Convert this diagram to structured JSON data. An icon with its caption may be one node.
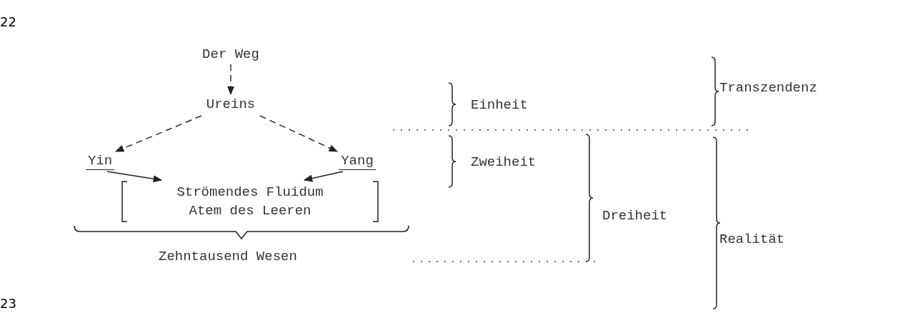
{
  "diagram": {
    "nodes": [
      {
        "text": [
          "Der Weg"
        ]
      },
      {
        "text": [
          "Ureins"
        ]
      },
      {
        "text": [
          "Yin"
        ]
      },
      {
        "text": [
          "Yang"
        ]
      },
      {
        "text": [
          "Strömendes Fluidum",
          "Atem des Leeren"
        ]
      }
    ],
    "edges": [
      {
        "from": 0,
        "to": 1,
        "arrow": "to",
        "style": "dashed"
      },
      {
        "from": 1,
        "to": 2,
        "arrow": "to",
        "style": "dashed"
      },
      {
        "from": 1,
        "to": 3,
        "arrow": "to",
        "style": "dashed"
      },
      {
        "from": 2,
        "to": 4,
        "arrow": "to"
      },
      {
        "from": 3,
        "to": 4,
        "arrow": "to"
      }
    ],
    "labels": [
      "22",
      "Transzendenz",
      "Einheit",
      "Zweiheit",
      "Dreiheit",
      "Realität",
      "Zehntausend Wesen",
      "23"
    ]
  }
}
